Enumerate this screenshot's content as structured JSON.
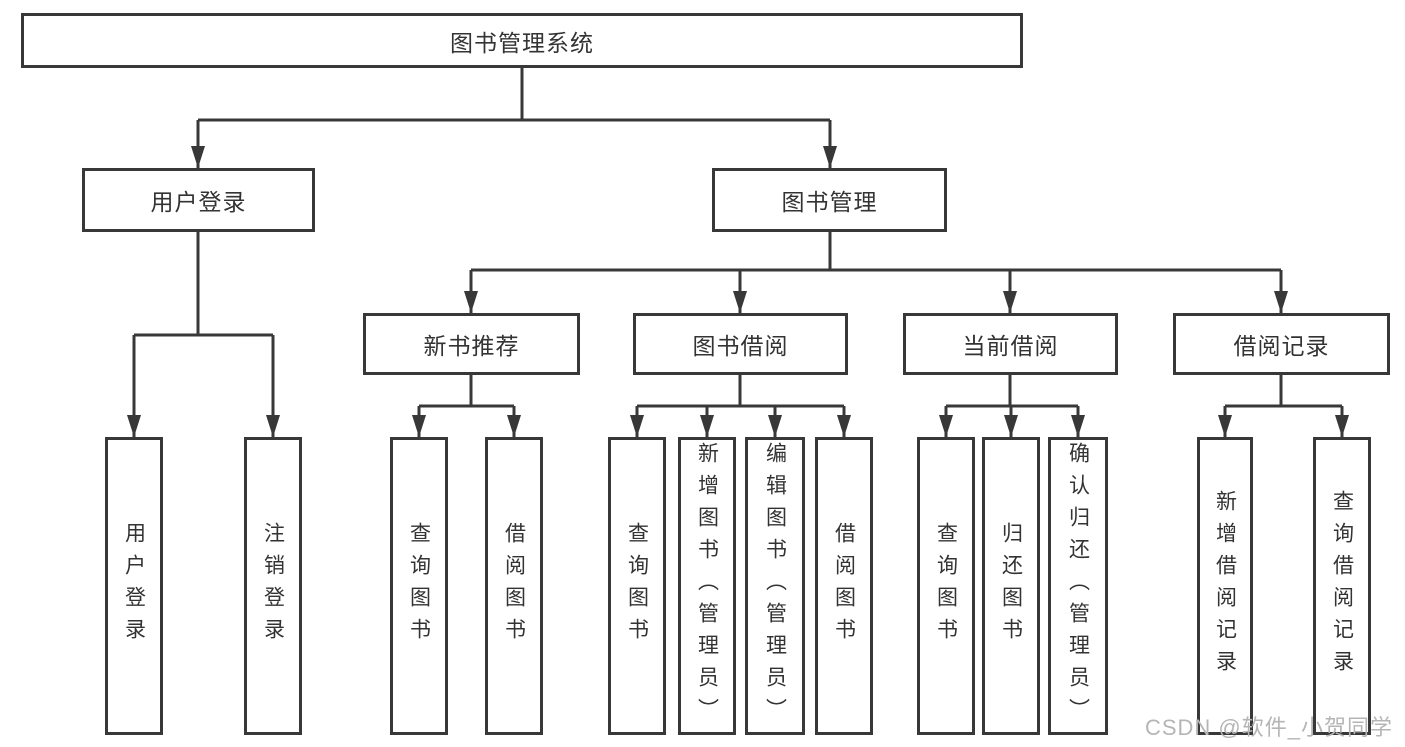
{
  "diagram": {
    "title": "图书管理系统",
    "nodes": {
      "root": "图书管理系统",
      "user_login": "用户登录",
      "book_mgmt": "图书管理",
      "new_book_rec": "新书推荐",
      "book_borrow": "图书借阅",
      "current_borrow": "当前借阅",
      "borrow_record": "借阅记录"
    },
    "leaves": {
      "user_login": [
        "用户登录",
        "注销登录"
      ],
      "new_book_rec": [
        "查询图书",
        "借阅图书"
      ],
      "book_borrow": [
        "查询图书",
        "新增图书（管理员）",
        "编辑图书（管理员）",
        "借阅图书"
      ],
      "current_borrow": [
        "查询图书",
        "归还图书",
        "确认归还（管理员）"
      ],
      "borrow_record": [
        "新增借阅记录",
        "查询借阅记录"
      ]
    },
    "colors": {
      "line": "#383838",
      "text": "#333333",
      "watermark": "#b5b5b5",
      "background": "#ffffff"
    }
  },
  "watermark": "CSDN @软件_小贺同学"
}
